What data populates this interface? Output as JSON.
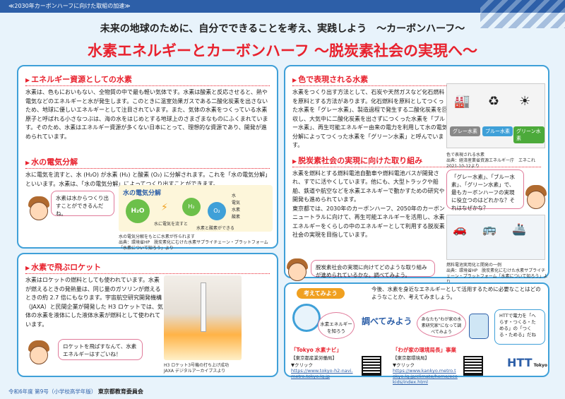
{
  "header": {
    "series": "≪2030年カーボンハーフに向けた取組の加速≫",
    "subtitle": "未来の地球のために、自分でできることを考え、実践しよう　～カーボンハーフ～",
    "title": "水素エネルギーとカーボンハーフ ～脱炭素社会の実現へ～"
  },
  "section1": {
    "heading": "エネルギー資源としての水素",
    "body": "水素は、色もにおいもない、全物質の中で最も軽い気体です。水素は酸素と反応させると、熱や電気などのエネルギーと水が発生します。このときに温室効果ガスである二酸化炭素を出さないため、地球に優しいエネルギーとして注目されています。また、気体の水素をつくっている水素原子と呼ばれる小さなつぶは、海の水をはじめとする地球上のさまざまなものにふくまれています。そのため、水素はエネルギー資源が多くない日本にとって、理想的な資源であり、開発が進められています。"
  },
  "section2": {
    "heading": "水の電気分解",
    "body": "水に電気を流すと、水 (H₂O) が水素 (H₂) と酸素 (O₂) に分解されます。これを「水の電気分解」といいます。水素は、「水の電気分解」によってつくり出すことができます。",
    "bubble": "水素は水からつくり出すことができるんだね。",
    "diagram_title": "水の電気分解",
    "diagram_labels": [
      "水",
      "電気",
      "水素",
      "酸素",
      "水に電気を流すと",
      "水素と酸素ができる"
    ],
    "caption": "水の電気分解をもとに水素が作られます\n出典：環境省HP　脱炭素化にむけた水素サプライチェーン・プラットフォーム「水素について知ろう」より"
  },
  "section3": {
    "heading": "色で表現される水素",
    "body": "水素をつくり出す方法として、石炭や天然ガスなど化石燃料を原料とする方法があります。化石燃料を原料としてつくった水素を「グレー水素」、製造過程で発生する二酸化炭素を回収し、大気中に二酸化炭素を出さずにつくった水素を「ブルー水素」、再生可能エネルギー由来の電力を利用して水の電気分解によってつくった水素を「グリーン水素」と呼んでいます。",
    "labels": [
      "グレー水素",
      "ブルー水素",
      "グリーン水素"
    ],
    "caption": "色で表現される水素\n出典：経済産業省資源エネルギー庁　エネこれ　2021-10-12より"
  },
  "section4": {
    "heading": "脱炭素社会の実現に向けた取り組み",
    "body": "水素を燃料とする燃料電池自動車や燃料電池バスが開発され、すでに活やくしています。他にも、大型トラックや船舶、鉄道や航空などを水素エネルギーで動かすための研究や開発も進められています。\n東京都では、2030年のカーボンハーフ、2050年のカーボンニュートラルに向けて、再生可能エネルギーを活用し、水素エネルギーをくらしの中のエネルギーとして利用する脱炭素社会の実現を目指しています。",
    "bubble_right": "「グレー水素」、「ブルー水素」、「グリーン水素」で、最もカーボンハーフの実現に役立つのはどれかな？それはなぜかな？",
    "bubble_left": "脱炭素社会の実現に向けてどのような取り組みが進められているかな。調べてみよう。",
    "caption": "燃料電池実用化と開発の一例\n出典：環境省HP　脱炭素化にむけた水素サプライチェーン・プラットフォーム「水素について知ろう」より"
  },
  "section5": {
    "heading": "水素で飛ぶロケット",
    "body": "水素はロケットの燃料としても使われています。水素が燃えるときの発熱量は、同じ量のガソリンが燃えるときの約 2.7 倍にもなります。宇宙航空研究開発機構（JAXA）と民間企業が開発した H3 ロケットでは、気体の水素を液体にした液体水素が燃料として使われています。",
    "bubble": "ロケットを飛ばすなんて、水素エネルギーはすごいね！",
    "caption": "H3 ロケット3号機の打ち上げ成功\nJAXA デジタルアーカイブスより"
  },
  "think": {
    "label": "考えてみよう",
    "prompt": "今後、水素を身近なエネルギーとして活用するために必要なことはどのようなことか、考えてみましょう。",
    "research_label": "調べてみよう",
    "kid_bubble": "水素エネルギーを知ろう",
    "robot_bubble": "あなたも\"わが家の水素研究家\"になって調べてみよう",
    "links": [
      {
        "title": "「Tokyo 水素ナビ」",
        "org": "【東京都産業労働局】",
        "click": "▼クリック",
        "url": "https://www.tokyo-h2-navi.metro.tokyo.lg.jp"
      },
      {
        "title": "「わが家の環境局長」事業",
        "org": "【東京都環境局】",
        "click": "▼クリック",
        "url": "https://www.kankyo.metro.tokyo.lg.jp/climate/home/ecokids/index.html"
      }
    ],
    "htt_bubble": "HTTで電力を「へらす・つくる・ためる」の「つくる・ためる」だね"
  },
  "brand": {
    "htt": "HTT",
    "tokyo": "Tokyo"
  },
  "footer": {
    "issue": "令和6年度 第9号（小学校高学年版）",
    "org": "東京都教育委員会"
  },
  "colors": {
    "accent": "#e8222e",
    "blue": "#2d5fa8",
    "frame": "#3fa0d8"
  }
}
